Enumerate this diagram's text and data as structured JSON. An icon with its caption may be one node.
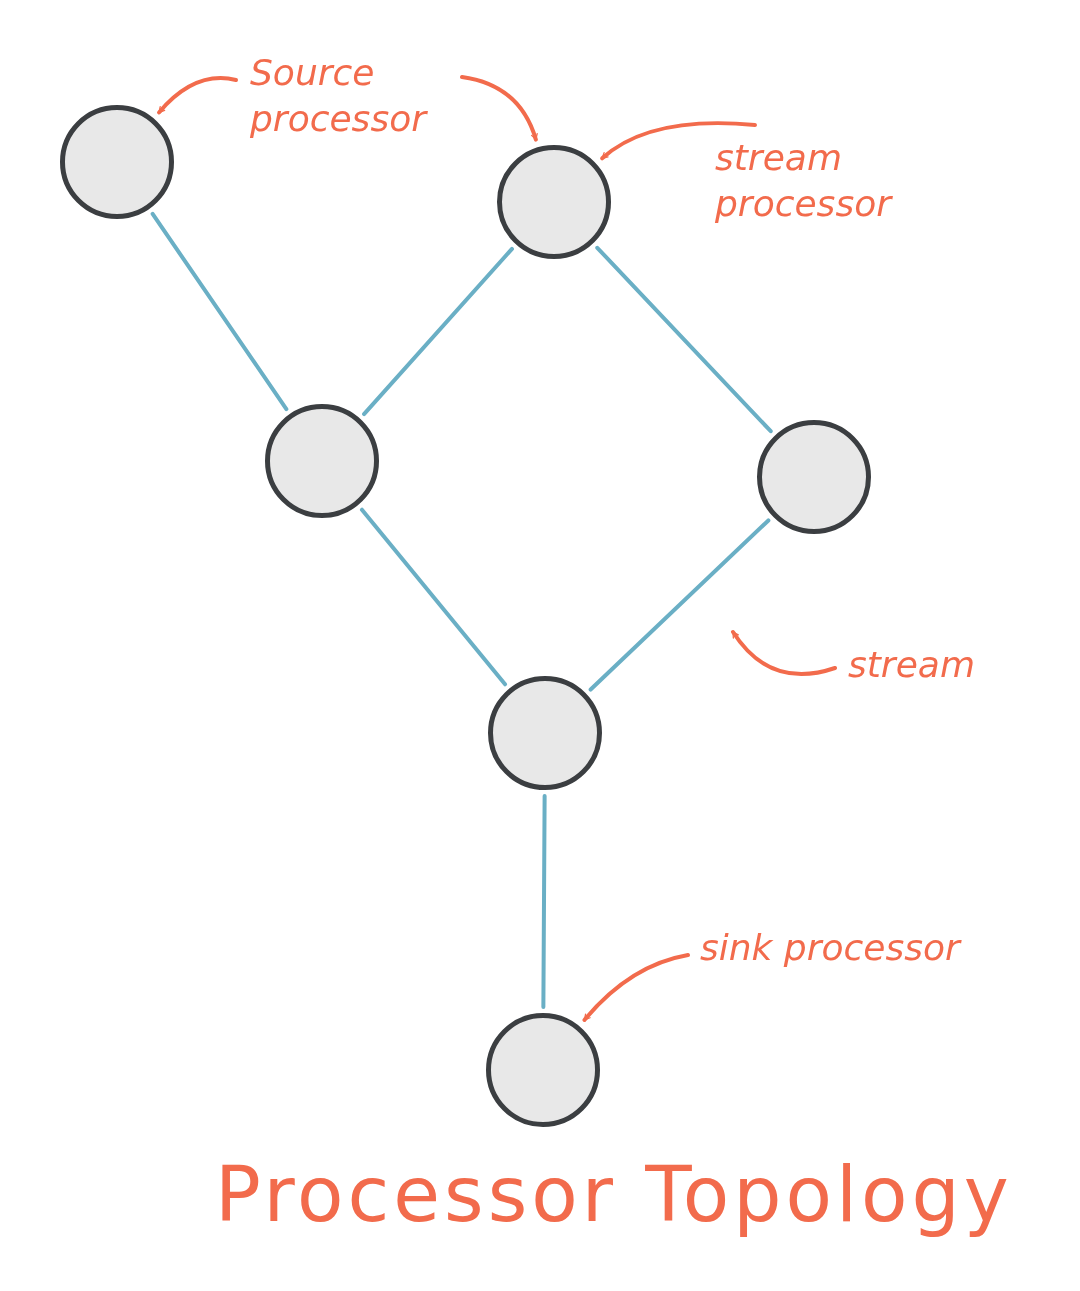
{
  "diagram": {
    "title": "Processor Topology",
    "nodes": [
      {
        "text": [],
        "shape": "circle"
      },
      {
        "text": [],
        "shape": "circle"
      },
      {
        "text": [],
        "shape": "circle"
      },
      {
        "text": [],
        "shape": "circle"
      },
      {
        "text": [],
        "shape": "circle"
      },
      {
        "text": [],
        "shape": "circle"
      },
      {
        "text": [
          "Source processor"
        ]
      },
      {
        "text": [
          "stream processor"
        ]
      },
      {
        "text": [
          "stream"
        ]
      },
      {
        "text": [
          "sink processor"
        ]
      }
    ],
    "edges": [
      {
        "from": 0,
        "to": 2,
        "arrow": "none"
      },
      {
        "from": 2,
        "to": 1,
        "arrow": "none"
      },
      {
        "from": 1,
        "to": 3,
        "arrow": "none"
      },
      {
        "from": 2,
        "to": 4,
        "arrow": "none"
      },
      {
        "from": 3,
        "to": 4,
        "arrow": "none"
      },
      {
        "from": 4,
        "to": 5,
        "arrow": "none"
      },
      {
        "from": 6,
        "to": 0,
        "arrow": "to",
        "color": "#f26b4c"
      },
      {
        "from": 6,
        "to": 1,
        "arrow": "to",
        "color": "#f26b4c"
      },
      {
        "from": 7,
        "to": 1,
        "arrow": "to",
        "color": "#f26b4c"
      },
      {
        "from": 8,
        "to": null,
        "arrow": "to",
        "color": "#f26b4c"
      },
      {
        "from": 9,
        "to": 5,
        "arrow": "to",
        "color": "#f26b4c"
      }
    ]
  }
}
